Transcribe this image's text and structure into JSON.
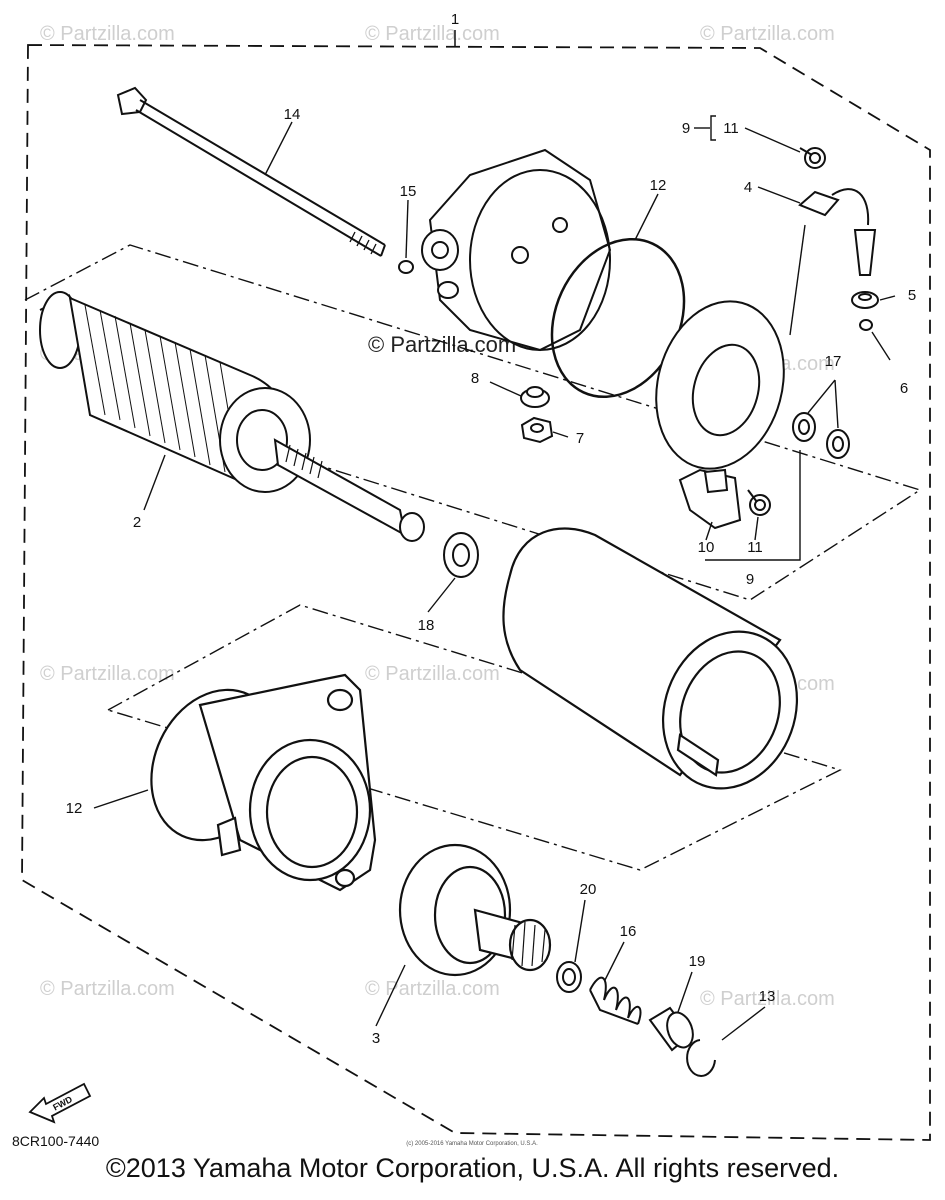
{
  "diagram": {
    "callouts": {
      "c1": "1",
      "c2": "2",
      "c3": "3",
      "c4": "4",
      "c5": "5",
      "c6": "6",
      "c7": "7",
      "c8": "8",
      "c9a": "9",
      "c9b": "9",
      "c10": "10",
      "c11a": "11",
      "c11b": "11",
      "c12a": "12",
      "c12b": "12",
      "c13": "13",
      "c14": "14",
      "c15": "15",
      "c16": "16",
      "c17": "17",
      "c18": "18",
      "c19": "19",
      "c20": "20"
    },
    "watermark_text": "© Partzilla.com",
    "watermark_center": "© Partzilla.com",
    "fwd_label": "FWD",
    "diagram_code": "8CR100-7440",
    "fine_print": "(c) 2005-2016 Yamaha Motor Corporation, U.S.A."
  },
  "footer": {
    "copyright": "©2013 Yamaha Motor Corporation, U.S.A. All rights reserved."
  }
}
